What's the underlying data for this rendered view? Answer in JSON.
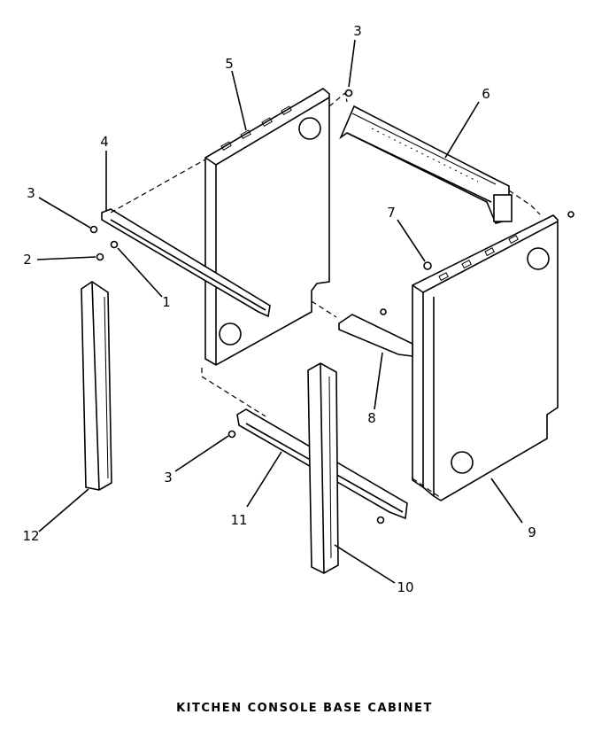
{
  "diagram": {
    "caption": "KITCHEN CONSOLE BASE CABINET",
    "callouts": {
      "c3_top": "3",
      "c5": "5",
      "c6": "6",
      "c4": "4",
      "c3_left": "3",
      "c7": "7",
      "c2": "2",
      "c1": "1",
      "c8": "8",
      "c3_bottom": "3",
      "c11": "11",
      "c9": "9",
      "c12": "12",
      "c10": "10"
    }
  }
}
